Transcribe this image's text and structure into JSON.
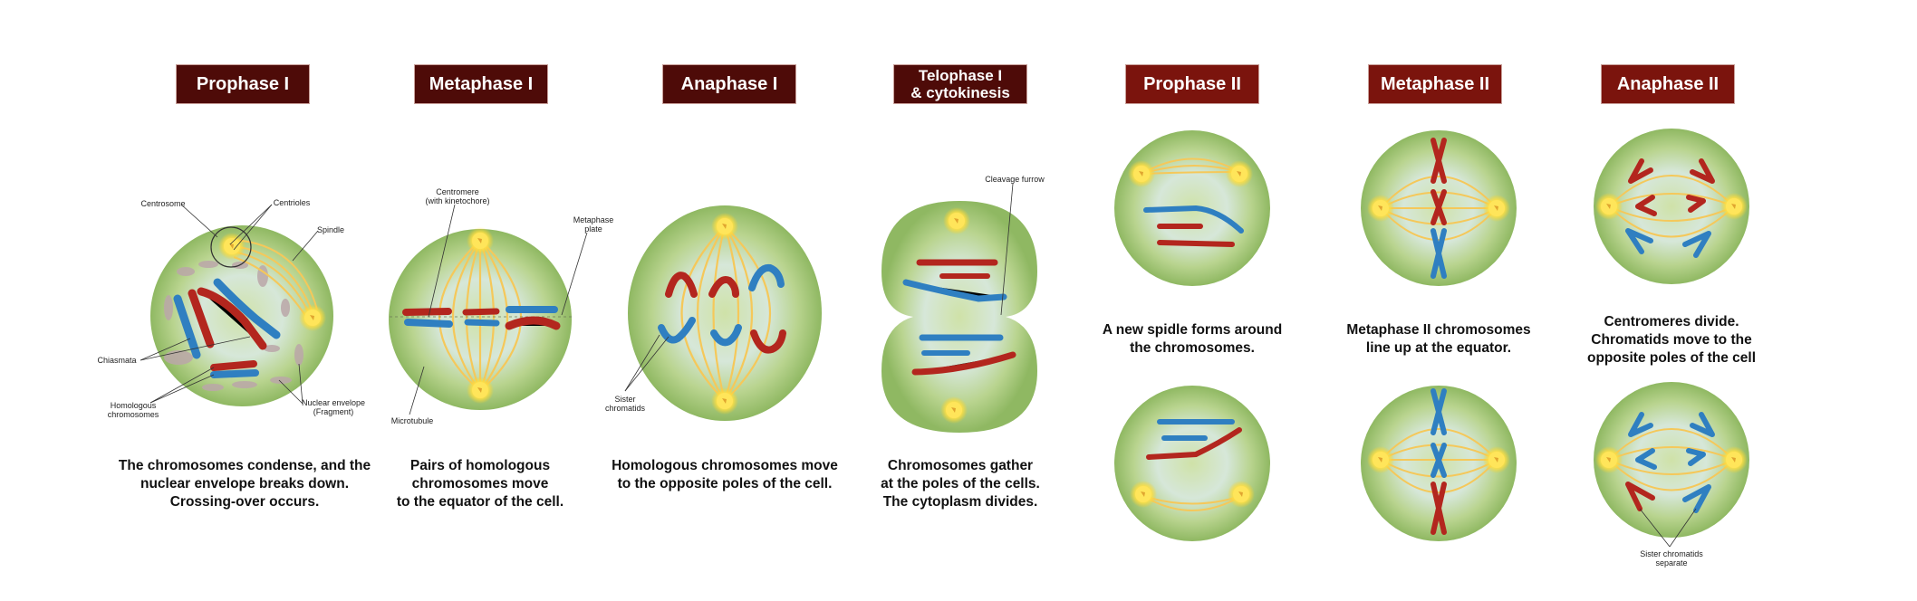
{
  "title": "Stages of Meiosis",
  "colors": {
    "meiosis_one_label": "#4e0b08",
    "meiosis_two_label": "#7b140d",
    "cytoplasm": "#a9c97f",
    "chromosome_red": "#b3261e",
    "chromosome_blue": "#2f7fc1",
    "spindle": "#f5c85a",
    "centrosome": "#ffe04a"
  },
  "stages": [
    {
      "label": "Prophase I",
      "description": "The chromosomes condense, and the\nnuclear envelope breaks down.\nCrossing-over occurs."
    },
    {
      "label": "Metaphase I",
      "description": "Pairs of homologous\nchromosomes move\nto the equator of the cell."
    },
    {
      "label": "Anaphase I",
      "description": "Homologous chromosomes move\nto the opposite poles of the cell."
    },
    {
      "label": "Telophase I\n& cytokinesis",
      "description": "Chromosomes gather\nat the poles of the cells.\nThe cytoplasm divides."
    },
    {
      "label": "Prophase II",
      "description": "A new spidle forms around\nthe chromosomes."
    },
    {
      "label": "Metaphase II",
      "description": "Metaphase II  chromosomes\nline up at the equator."
    },
    {
      "label": "Anaphase II",
      "description": "Centromeres divide.\n Chromatids move to the\nopposite poles of the cell"
    }
  ],
  "annotations": {
    "centrosome": "Centrosome",
    "centrioles": "Centrioles",
    "spindle": "Spindle",
    "chiasmata": "Chiasmata",
    "homologous_chromosomes": "Homologous\nchromosomes",
    "nuclear_envelope": "Nuclear envelope\n(Fragment)",
    "centromere": "Centromere\n(with kinetochore)",
    "metaphase_plate": "Metaphase\nplate",
    "microtubule": "Microtubule",
    "sister_chromatids": "Sister\nchromatids",
    "cleavage_furrow": "Cleavage furrow",
    "sister_chromatids_separate": "Sister chromatids\nseparate"
  }
}
